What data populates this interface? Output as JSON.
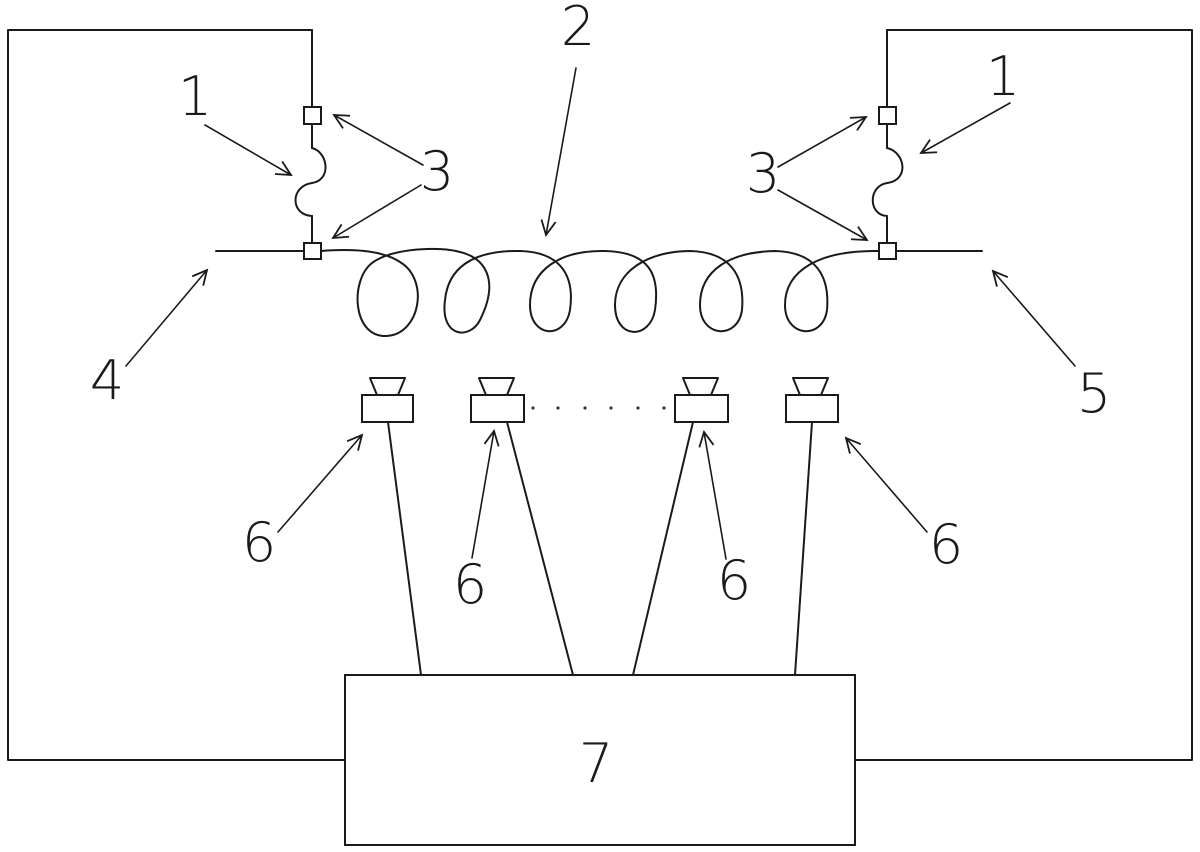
{
  "diagram": {
    "title": "Distributed fiber sensing system schematic",
    "stroke_color": "#1a1a1a",
    "background": "#ffffff",
    "labels": {
      "component_1": "1",
      "fiber_coil": "2",
      "connector_3": "3",
      "input_end": "4",
      "output_end": "5",
      "detector_6": "6",
      "processor_7": "7"
    },
    "components": [
      {
        "id": "1",
        "name": "fiber-bend-element",
        "count": 2
      },
      {
        "id": "2",
        "name": "coiled-optical-fiber",
        "loops": 6
      },
      {
        "id": "3",
        "name": "fiber-connector",
        "count": 4
      },
      {
        "id": "4",
        "name": "fiber-input-end"
      },
      {
        "id": "5",
        "name": "fiber-output-end"
      },
      {
        "id": "6",
        "name": "detector-unit",
        "count": 4
      },
      {
        "id": "7",
        "name": "processing-unit"
      }
    ],
    "detector_gap_indicator": "· · · · · ·"
  }
}
